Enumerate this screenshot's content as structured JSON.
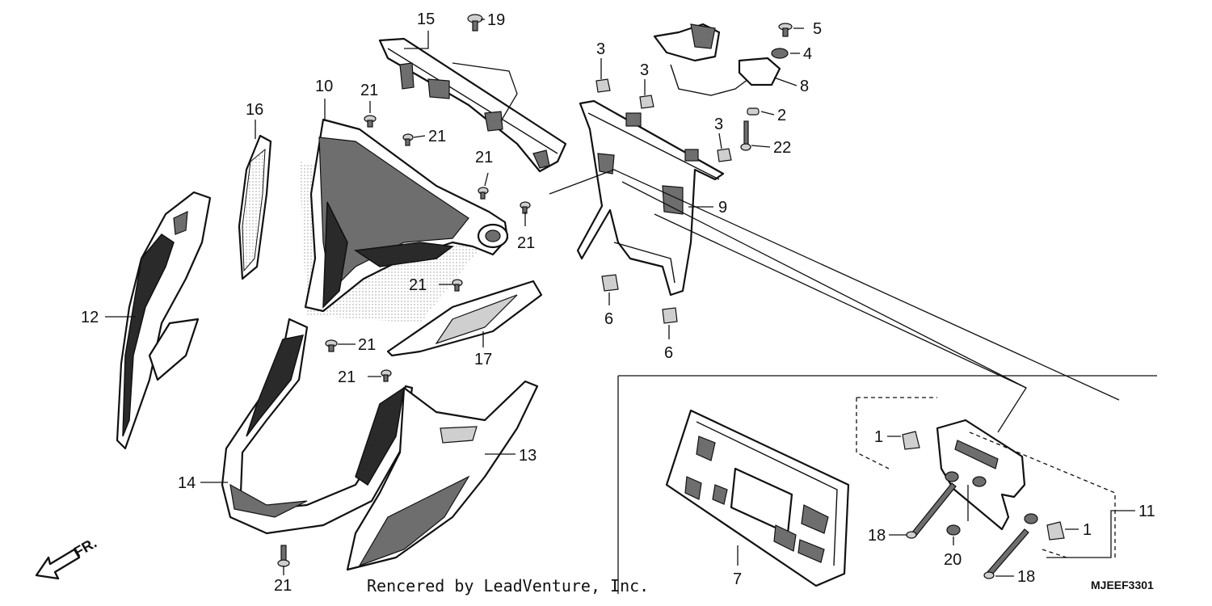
{
  "callouts": [
    {
      "id": "c15",
      "text": "15"
    },
    {
      "id": "c19",
      "text": "19"
    },
    {
      "id": "c10",
      "text": "10"
    },
    {
      "id": "c21a",
      "text": "21"
    },
    {
      "id": "c21b",
      "text": "21"
    },
    {
      "id": "c16",
      "text": "16"
    },
    {
      "id": "c21c",
      "text": "21"
    },
    {
      "id": "c21d",
      "text": "21"
    },
    {
      "id": "c21e",
      "text": "21"
    },
    {
      "id": "c12",
      "text": "12"
    },
    {
      "id": "c21f",
      "text": "21"
    },
    {
      "id": "c17",
      "text": "17"
    },
    {
      "id": "c21g",
      "text": "21"
    },
    {
      "id": "c13",
      "text": "13"
    },
    {
      "id": "c14",
      "text": "14"
    },
    {
      "id": "c21h",
      "text": "21"
    },
    {
      "id": "c3a",
      "text": "3"
    },
    {
      "id": "c3b",
      "text": "3"
    },
    {
      "id": "c3c",
      "text": "3"
    },
    {
      "id": "c5",
      "text": "5"
    },
    {
      "id": "c4",
      "text": "4"
    },
    {
      "id": "c8",
      "text": "8"
    },
    {
      "id": "c2",
      "text": "2"
    },
    {
      "id": "c22",
      "text": "22"
    },
    {
      "id": "c9",
      "text": "9"
    },
    {
      "id": "c6a",
      "text": "6"
    },
    {
      "id": "c6b",
      "text": "6"
    },
    {
      "id": "c1a",
      "text": "1"
    },
    {
      "id": "c11",
      "text": "11"
    },
    {
      "id": "c1b",
      "text": "1"
    },
    {
      "id": "c18a",
      "text": "18"
    },
    {
      "id": "c20",
      "text": "20"
    },
    {
      "id": "c18b",
      "text": "18"
    },
    {
      "id": "c7",
      "text": "7"
    }
  ],
  "direction_marker": "FR.",
  "credit": "Rencered by LeadVenture, Inc.",
  "diagram_code": "MJEEF3301"
}
